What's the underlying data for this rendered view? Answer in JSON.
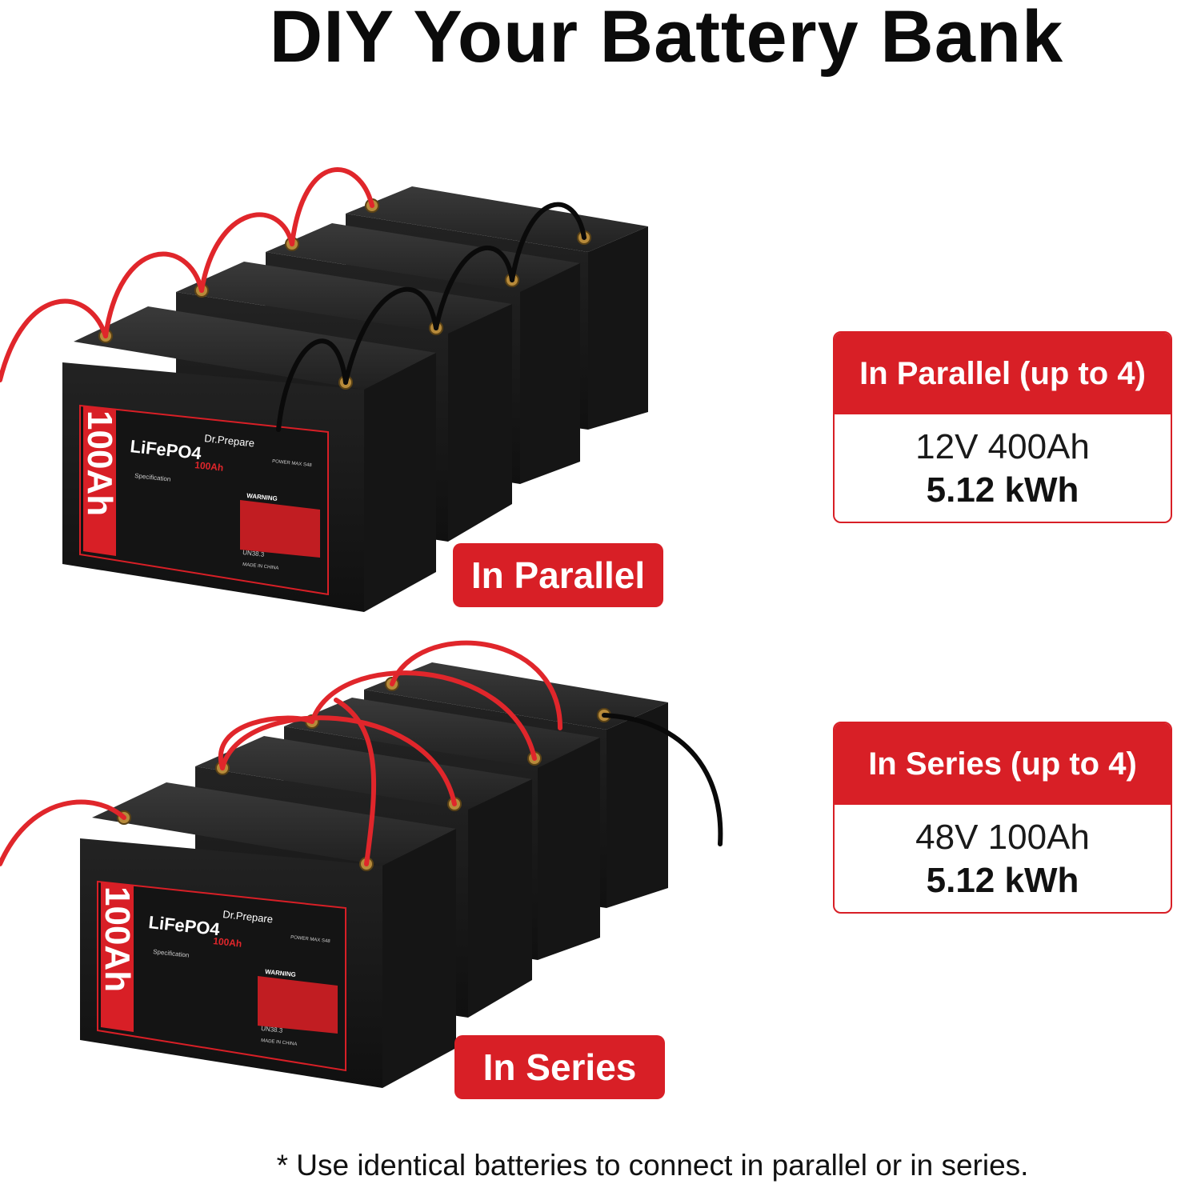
{
  "title": "DIY Your Battery Bank",
  "battery": {
    "brand": "Dr.Prepare",
    "chemistry": "LiFePO4",
    "capacity_side": "100Ah",
    "capacity_small": "100Ah",
    "specification": "Specification",
    "warning": "WARNING",
    "model": "POWER MAX S48",
    "cert": "UN38.3",
    "made_in": "MADE IN CHINA"
  },
  "parallel": {
    "label": "In Parallel",
    "box_title": "In Parallel (up to 4)",
    "voltage_capacity": "12V 400Ah",
    "energy": "5.12 kWh"
  },
  "series": {
    "label": "In Series",
    "box_title": "In Series (up to 4)",
    "voltage_capacity": "48V 100Ah",
    "energy": "5.12 kWh"
  },
  "footnote": "* Use identical batteries to connect in parallel or in series.",
  "colors": {
    "accent": "#d81f26",
    "battery": "#1c1c1c",
    "cable_red": "#e0262b",
    "cable_black": "#0a0a0a"
  }
}
